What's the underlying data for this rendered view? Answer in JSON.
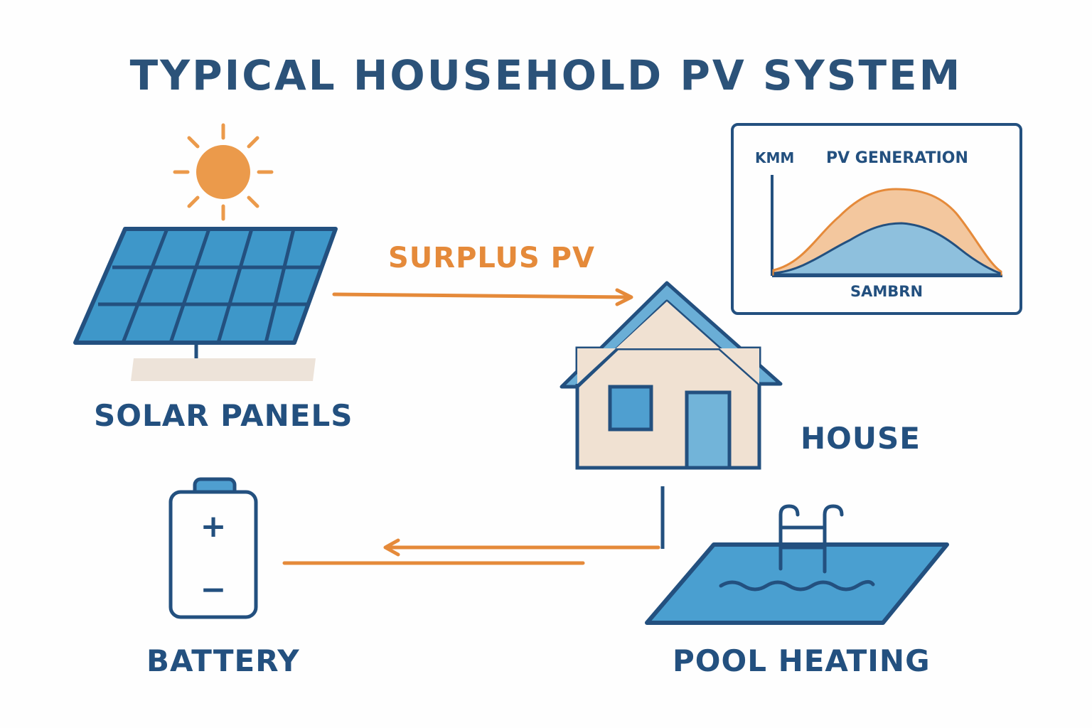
{
  "title": "TYPICAL HOUSEHOLD PV SYSTEM",
  "nodes": {
    "solar_panels": "SOLAR PANELS",
    "house": "HOUSE",
    "battery": "BATTERY",
    "pool_heating": "POOL HEATING"
  },
  "flows": {
    "surplus": "SURPLUS PV"
  },
  "battery_symbols": {
    "plus": "+",
    "minus": "−"
  },
  "chart": {
    "title": "PV GENERATION",
    "ylabel": "KMM",
    "xlabel": "SAMBRN"
  },
  "icons": [
    "sun-icon",
    "solar-panel-icon",
    "house-icon",
    "battery-icon",
    "pool-icon",
    "chart-icon"
  ],
  "colors": {
    "outline": "#23507f",
    "panel_blue": "#3e97c9",
    "flow_orange": "#e58a3a",
    "sun": "#eb9a4b",
    "house_wall": "#f0e1d2",
    "pool_water": "#4a9fd0"
  }
}
